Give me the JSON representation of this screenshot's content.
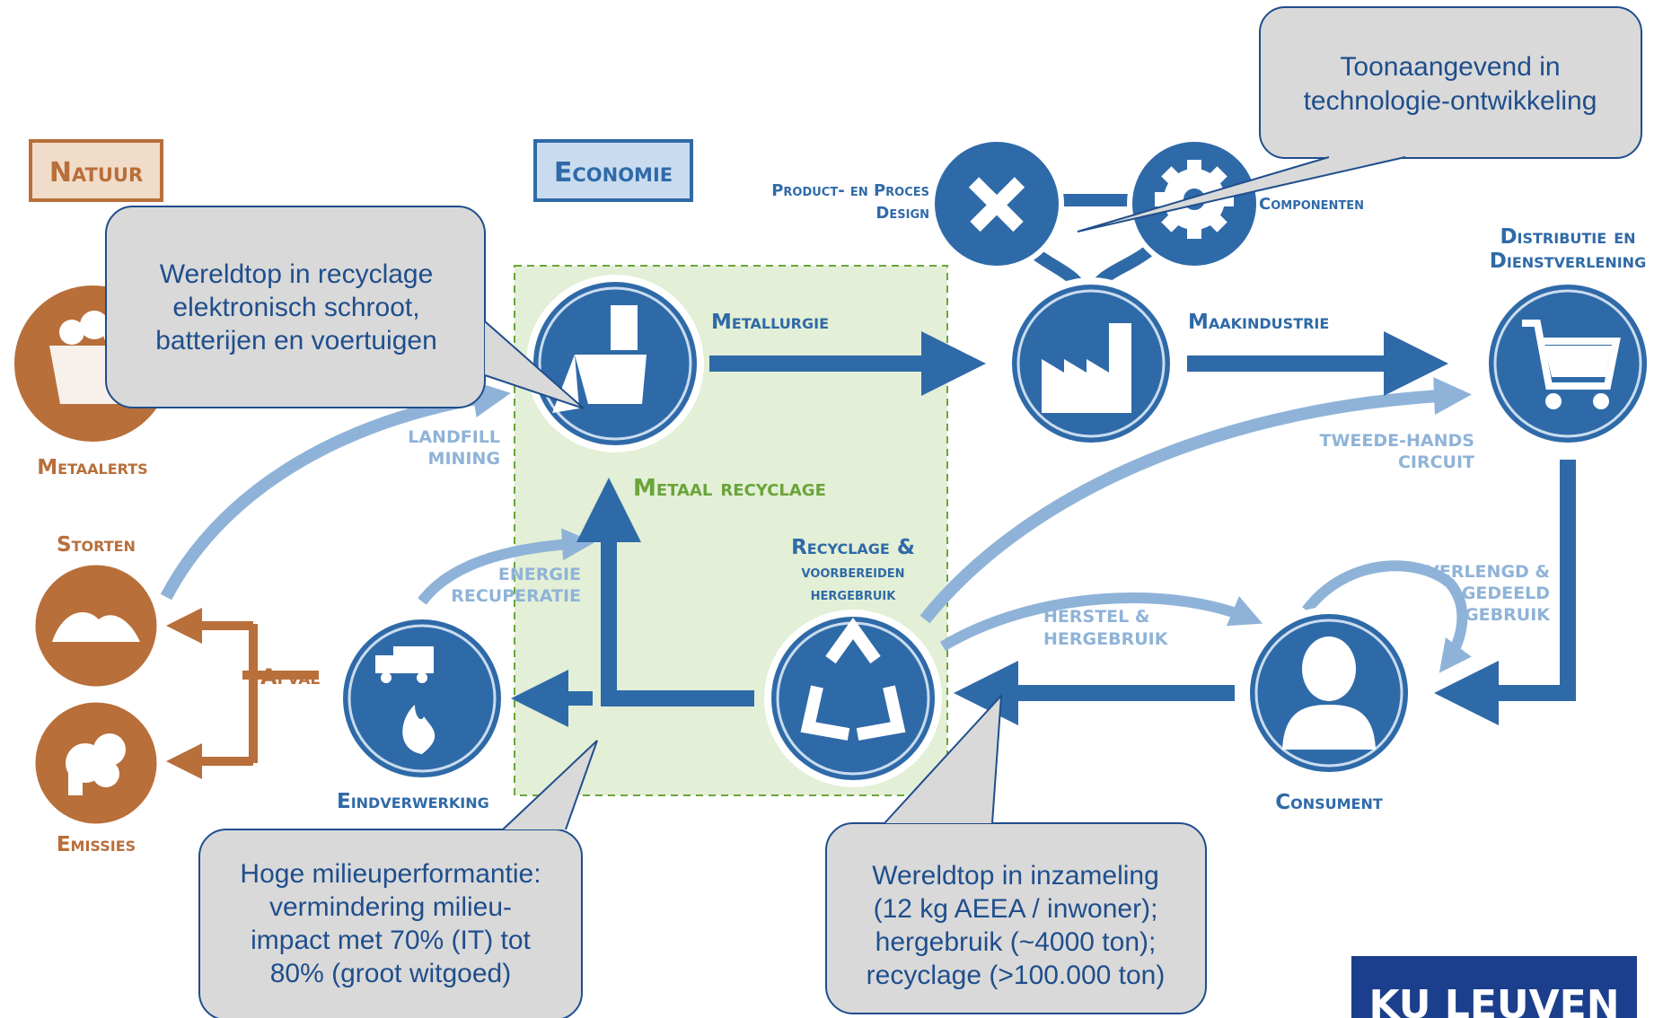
{
  "colors": {
    "nature": "#b86f3a",
    "economy": "#2f6aa8",
    "economy_light": "#8fb3d8",
    "recycling_zone": "#e3efd6",
    "recycling_border": "#6aa43a",
    "callout_fill": "#d9d9d9",
    "callout_border": "#1f4e8c",
    "logo": "#1b3f8c"
  },
  "headers": {
    "natuur": "Natuur",
    "economie": "Economie"
  },
  "nodes": {
    "metaalerts": {
      "label": "Metaalerts",
      "icon": "mine-cart-icon"
    },
    "storten": {
      "label": "Storten",
      "icon": "landfill-icon"
    },
    "emissies": {
      "label": "Emissies",
      "icon": "smoke-icon"
    },
    "metallurgie": {
      "label": "Metallurgie",
      "icon": "ladle-icon"
    },
    "design": {
      "label_line1": "Product- en Proces",
      "label_line2": "Design",
      "icon": "pencil-ruler-icon"
    },
    "componenten": {
      "label": "Componenten",
      "icon": "gear-icon"
    },
    "maakindustrie": {
      "label": "Maakindustrie",
      "icon": "factory-icon"
    },
    "distributie": {
      "label_line1": "Distributie en",
      "label_line2": "Dienstverlening",
      "icon": "cart-icon"
    },
    "consument": {
      "label": "Consument",
      "icon": "person-icon"
    },
    "recyclage": {
      "label_line1": "Recyclage &",
      "label_line2": "voorbereiden",
      "label_line3": "hergebruik",
      "icon": "recycle-icon"
    },
    "eindverwerking": {
      "label": "Eindverwerking",
      "icon": "truck-fire-icon"
    }
  },
  "flows": {
    "landfill_mining": [
      "LANDFILL",
      "MINING"
    ],
    "energie_recuperatie": [
      "ENERGIE",
      "RECUPERATIE"
    ],
    "tweedehands": [
      "TWEEDE-HANDS",
      "CIRCUIT"
    ],
    "verlengd": [
      "VERLENGD &",
      "GEDEELD",
      "GEBRUIK"
    ],
    "herstel": [
      "HERSTEL &",
      "HERGEBRUIK"
    ],
    "afval": "Afval"
  },
  "zone": {
    "label": "Metaal recyclage"
  },
  "callouts": {
    "technologie": [
      "Toonaangevend in",
      "technologie-ontwikkeling"
    ],
    "recyclage": [
      "Wereldtop in recyclage",
      "elektronisch schroot,",
      "batterijen en voertuigen"
    ],
    "milieu": [
      "Hoge milieuperformantie:",
      "vermindering milieu-",
      "impact met 70% (IT) tot",
      "80% (groot witgoed)"
    ],
    "inzameling": [
      "Wereldtop in inzameling",
      "(12 kg AEEA / inwoner);",
      "hergebruik (~4000 ton);",
      "recyclage (>100.000 ton)"
    ]
  },
  "logo": {
    "text": "KU LEUVEN"
  }
}
